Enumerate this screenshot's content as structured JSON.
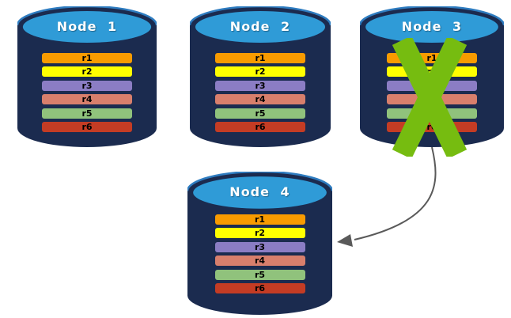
{
  "nodes": [
    {
      "label": "Node 1",
      "rows": [
        "r1",
        "r2",
        "r3",
        "r4",
        "r5",
        "r6"
      ],
      "failed": false
    },
    {
      "label": "Node 2",
      "rows": [
        "r1",
        "r2",
        "r3",
        "r4",
        "r5",
        "r6"
      ],
      "failed": false
    },
    {
      "label": "Node 3",
      "rows": [
        "r1",
        "r2",
        "r3",
        "r4",
        "r5",
        "r6"
      ],
      "failed": true
    },
    {
      "label": "Node 4",
      "rows": [
        "r1",
        "r2",
        "r3",
        "r4",
        "r5",
        "r6"
      ],
      "failed": false
    }
  ],
  "row_colors": {
    "r1": "#F89B00",
    "r2": "#FFFF00",
    "r3": "#8B7DC4",
    "r4": "#D87F6C",
    "r5": "#90C27C",
    "r6": "#C43C24"
  },
  "colors": {
    "cylinder_body": "#1B2B4F",
    "cylinder_top": "#2F9BD7",
    "cylinder_top_edge": "#2E7CC0",
    "failure_x": "#76BC10",
    "arrow": "#5A5A5A",
    "row_text": "#000000",
    "title_text": "#FFFFFF"
  }
}
